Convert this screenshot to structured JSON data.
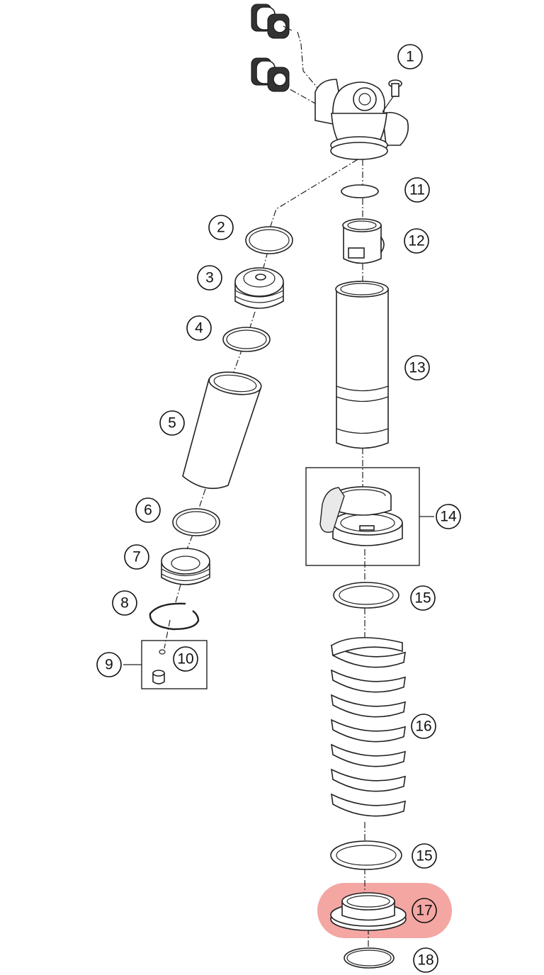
{
  "callouts": {
    "c1": "1",
    "c2": "2",
    "c3": "3",
    "c4": "4",
    "c5": "5",
    "c6": "6",
    "c7": "7",
    "c8": "8",
    "c9": "9",
    "c10": "10",
    "c11": "11",
    "c12": "12",
    "c13": "13",
    "c14": "14",
    "c15a": "15",
    "c15b": "15",
    "c16": "16",
    "c17": "17",
    "c18": "18"
  },
  "colors": {
    "highlight": "#f4a6a3",
    "line": "#222222",
    "background": "#ffffff"
  },
  "highlighted_part": "17"
}
